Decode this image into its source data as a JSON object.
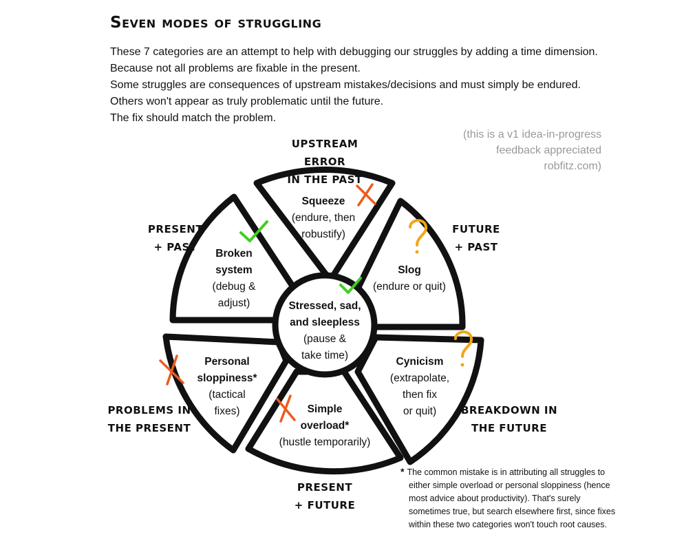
{
  "title": "Seven modes of struggling",
  "intro": [
    "These 7 categories are an attempt to help with debugging our struggles by adding a time dimension.",
    "Because not all problems are fixable in the present.",
    "Some struggles are consequences of upstream mistakes/decisions and must simply be endured.",
    "Others won't appear as truly problematic until the future.",
    "The fix should match the problem."
  ],
  "note": [
    "(this is a v1 idea-in-progress",
    "feedback appreciated",
    "robfitz.com)"
  ],
  "directions": {
    "top": [
      "UPSTREAM ERROR",
      "IN THE PAST"
    ],
    "upper_left": [
      "PRESENT",
      "+ PAST"
    ],
    "upper_right": [
      "FUTURE",
      "+ PAST"
    ],
    "lower_left": [
      "PROBLEMS IN",
      "THE PRESENT"
    ],
    "lower_right": [
      "BREAKDOWN IN",
      "THE FUTURE"
    ],
    "bottom": [
      "PRESENT",
      "+ FUTURE"
    ]
  },
  "segments": {
    "squeeze": {
      "name": "Squeeze",
      "fix": [
        "(endure, then",
        "robustify)"
      ],
      "mark": "cross"
    },
    "broken": {
      "name": [
        "Broken",
        "system"
      ],
      "fix": [
        "(debug &",
        "adjust)"
      ],
      "mark": "check"
    },
    "slog": {
      "name": "Slog",
      "fix": [
        "(endure or quit)"
      ],
      "mark": "question"
    },
    "center": {
      "name": [
        "Stressed, sad,",
        "and sleepless"
      ],
      "fix": [
        "(pause &",
        "take time)"
      ],
      "mark": "check"
    },
    "personal": {
      "name": [
        "Personal",
        "sloppiness*"
      ],
      "fix": [
        "(tactical",
        "fixes)"
      ],
      "mark": "cross"
    },
    "cynicism": {
      "name": "Cynicism",
      "fix": [
        "(extrapolate,",
        "then fix",
        "or quit)"
      ],
      "mark": "question"
    },
    "overload": {
      "name": [
        "Simple",
        "overload*"
      ],
      "fix": [
        "(hustle temporarily)"
      ],
      "mark": "cross"
    }
  },
  "footnote": {
    "star": "*",
    "lines": [
      "The common mistake is in attributing all struggles to",
      "either simple overload or personal sloppiness (hence",
      "most advice about productivity). That's surely",
      "sometimes true, but search elsewhere first, since fixes",
      "within these two categories won't touch root causes."
    ]
  },
  "colors": {
    "check": "#3fcf1e",
    "cross": "#ee5a1f",
    "question": "#f2a516",
    "ink": "#111111"
  }
}
